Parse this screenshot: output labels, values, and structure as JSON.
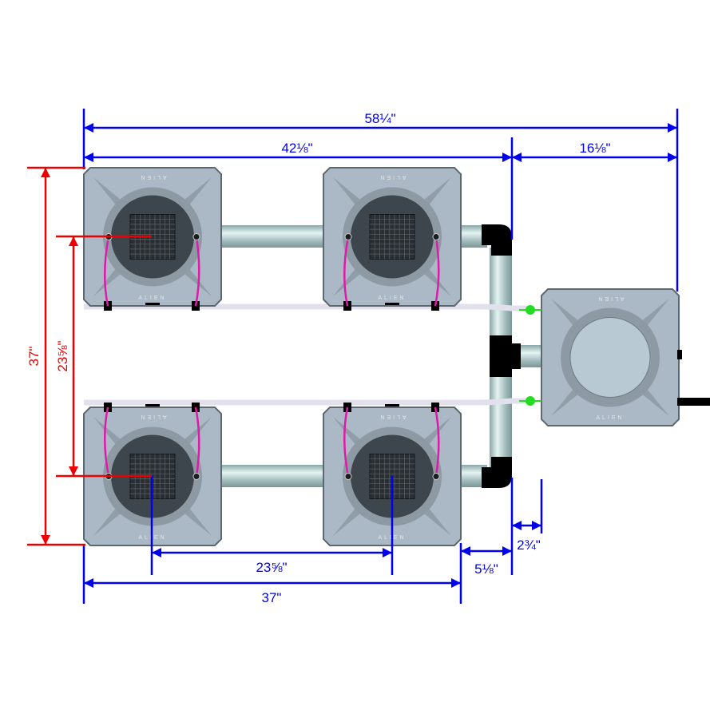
{
  "brand": "ALIEN",
  "colors": {
    "dimension_blue": "#0000ee",
    "dimension_red": "#ee0000",
    "pot": "#a9b8c4",
    "pipe": "#a8c4c4",
    "fitting": "#000000",
    "tube": "#e2e0ec",
    "drip_line": "#e01aa8",
    "valve": "#22dd22"
  },
  "dimensions": {
    "overall_width": "58¼\"",
    "pots_width": "42⅛\"",
    "controller_width": "16⅛\"",
    "overall_depth": "37\"",
    "pot_centre_depth": "23⅝\"",
    "pot_centre_width": "23⅝\"",
    "pot_outer_width": "37\"",
    "pot_to_pipe": "5⅛\"",
    "pipe_to_controller": "2¾\""
  },
  "layout": {
    "pots": 4,
    "controller": 1
  }
}
